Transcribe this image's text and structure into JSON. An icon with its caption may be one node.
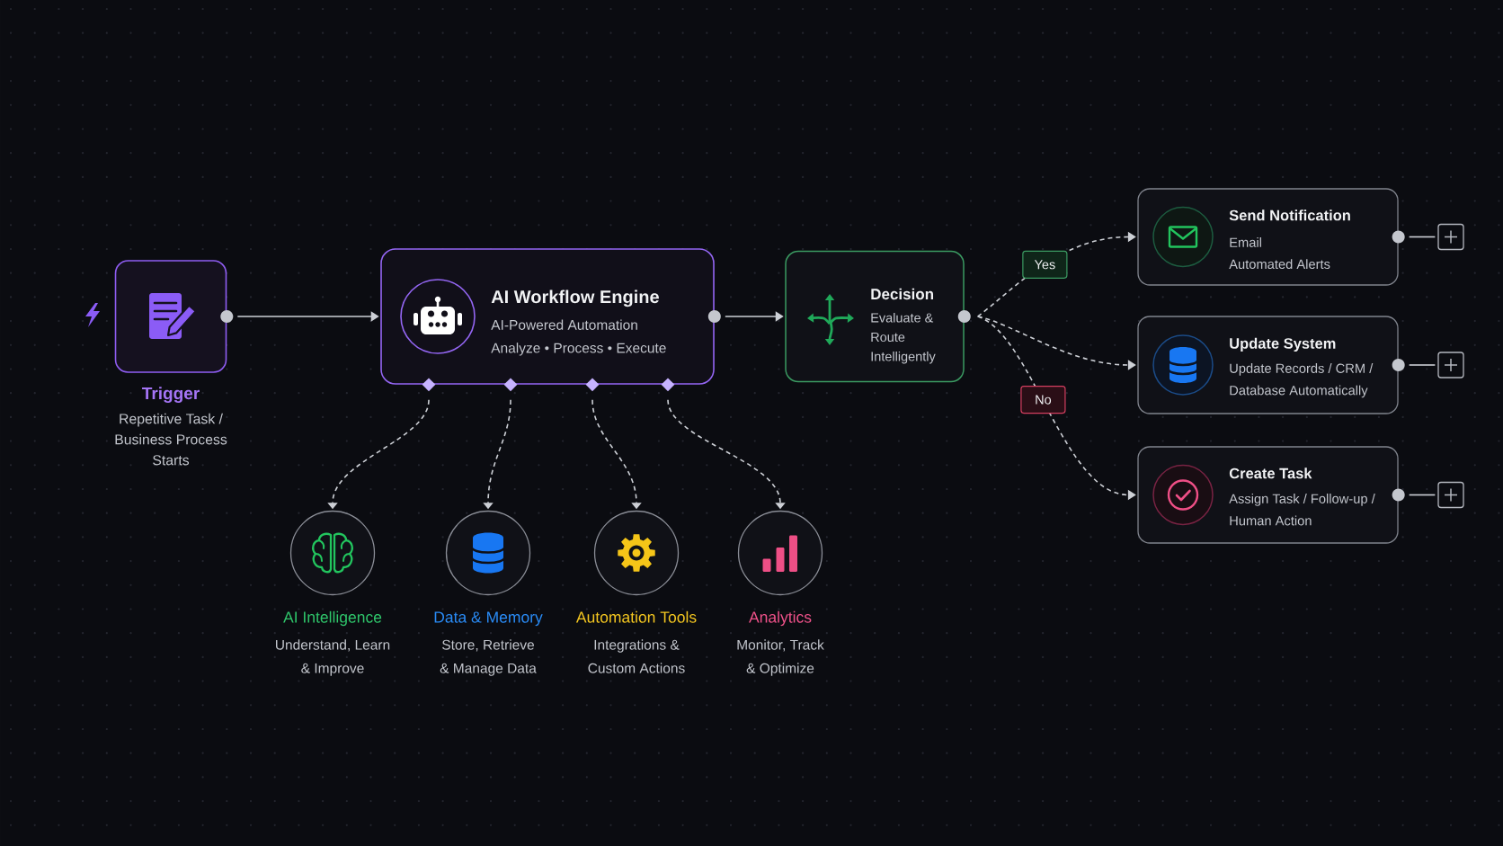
{
  "diagram": {
    "nodes": [
      {
        "text": [
          "Trigger",
          "Repetitive Task / Business Process Starts"
        ]
      },
      {
        "text": [
          "AI Workflow Engine",
          "AI-Powered Automation",
          "Analyze • Process • Execute"
        ]
      },
      {
        "text": [
          "Decision",
          "Evaluate & Route Intelligently"
        ]
      },
      {
        "text": [
          "Send Notification",
          "Email",
          "Automated Alerts"
        ]
      },
      {
        "text": [
          "Update System",
          "Update Records / CRM / Database Automatically"
        ]
      },
      {
        "text": [
          "Create Task",
          "Assign Task / Follow-up / Human Action"
        ]
      },
      {
        "text": [
          "AI Intelligence",
          "Understand, Learn & Improve"
        ]
      },
      {
        "text": [
          "Data & Memory",
          "Store, Retrieve & Manage Data"
        ]
      },
      {
        "text": [
          "Automation Tools",
          "Integrations & Custom Actions"
        ]
      },
      {
        "text": [
          "Analytics",
          "Monitor, Track & Optimize"
        ]
      },
      {
        "text": [],
        "shape": "box"
      },
      {
        "text": [],
        "shape": "box"
      },
      {
        "text": [],
        "shape": "box"
      }
    ],
    "edges": [
      {
        "from": 0,
        "to": 1,
        "arrow": "to"
      },
      {
        "from": 1,
        "to": 2,
        "arrow": "to"
      },
      {
        "from": 2,
        "to": 3,
        "arrow": "to",
        "label": "Yes",
        "style": "dashed"
      },
      {
        "from": 2,
        "to": 4,
        "arrow": "to",
        "style": "dashed"
      },
      {
        "from": 2,
        "to": 5,
        "arrow": "to",
        "label": "No",
        "style": "dashed"
      },
      {
        "from": 1,
        "to": 6,
        "arrow": "to",
        "style": "dashed"
      },
      {
        "from": 1,
        "to": 7,
        "arrow": "to",
        "style": "dashed"
      },
      {
        "from": 1,
        "to": 8,
        "arrow": "to",
        "style": "dashed"
      },
      {
        "from": 1,
        "to": 9,
        "arrow": "to",
        "style": "dashed"
      },
      {
        "from": 3,
        "to": 10,
        "arrow": "none"
      },
      {
        "from": 4,
        "to": 11,
        "arrow": "none"
      },
      {
        "from": 5,
        "to": 12,
        "arrow": "none"
      }
    ]
  }
}
